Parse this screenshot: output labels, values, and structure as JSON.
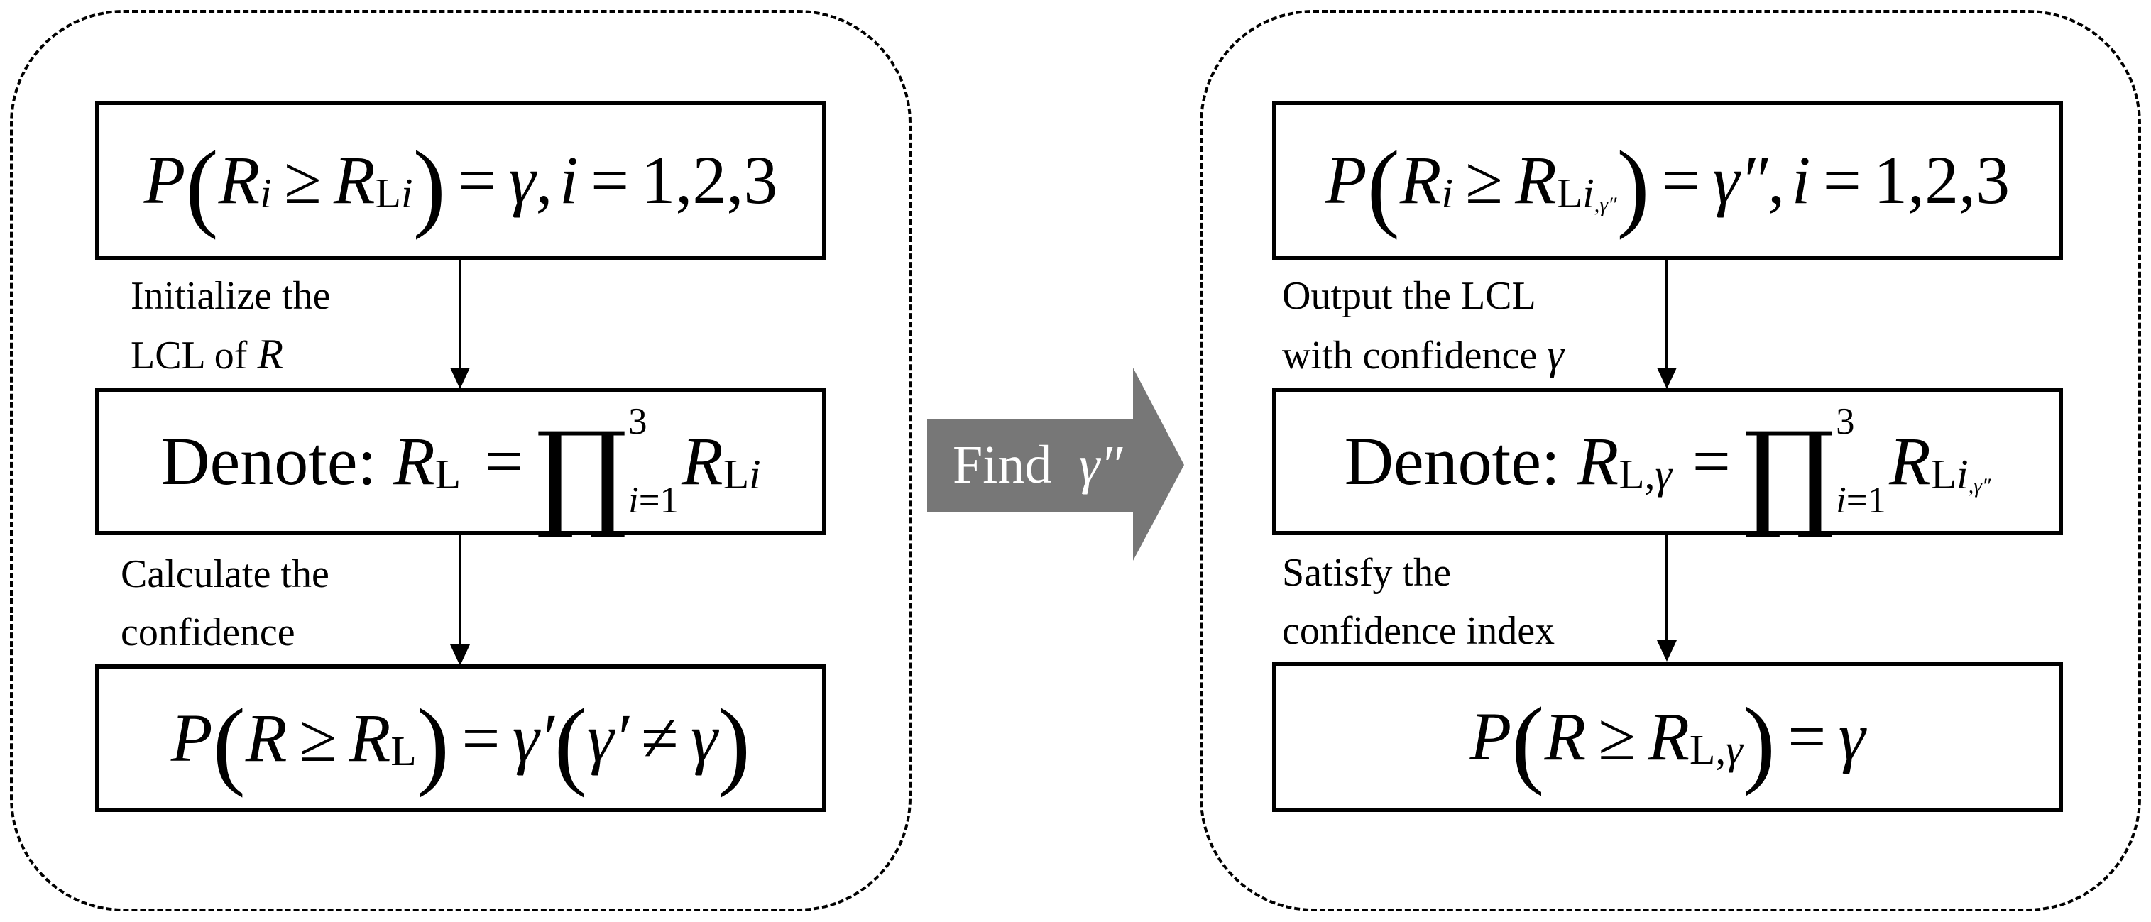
{
  "left_panel": {
    "box1": {
      "P": "P",
      "R": "R",
      "i": "i",
      "ge": "≥",
      "RL": "R",
      "L": "L",
      "Li": "i",
      "eq": "=",
      "gamma": "γ",
      "comma": ",",
      "i2": "i",
      "eq2": "=",
      "vals": "1,2,3"
    },
    "label1": {
      "line1": "Initialize the",
      "line2": "LCL of",
      "R": "R"
    },
    "box2": {
      "denote": "Denote:",
      "R": "R",
      "L": "L",
      "eq": "=",
      "prod": "∏",
      "upper": "3",
      "lower_i": "i",
      "lower_eq": "=1",
      "R2": "R",
      "L2": "L",
      "i": "i"
    },
    "label2": {
      "line1": "Calculate the",
      "line2": "confidence"
    },
    "box3": {
      "P": "P",
      "R": "R",
      "ge": "≥",
      "RL": "R",
      "L": "L",
      "eq": "=",
      "gp": "γ′",
      "gp2": "γ′",
      "ne": "≠",
      "g": "γ"
    }
  },
  "middle_arrow": {
    "find": "Find",
    "gamma": "γ″"
  },
  "right_panel": {
    "box1": {
      "P": "P",
      "R": "R",
      "i": "i",
      "ge": "≥",
      "RL": "R",
      "L": "L",
      "Li": "i",
      "gsub": ",γ″",
      "eq": "=",
      "gamma": "γ″",
      "comma": ",",
      "i2": "i",
      "eq2": "=",
      "vals": "1,2,3"
    },
    "label1": {
      "line1": "Output the LCL",
      "line2": "with confidence",
      "gamma": "γ"
    },
    "box2": {
      "denote": "Denote:",
      "R": "R",
      "Lsub": "L,",
      "gsub": "γ",
      "eq": "=",
      "prod": "∏",
      "upper": "3",
      "lower_i": "i",
      "lower_eq": "=1",
      "R2": "R",
      "L2": "L",
      "i": "i",
      "gsub2": ",γ″"
    },
    "label2": {
      "line1": "Satisfy the",
      "line2": "confidence index"
    },
    "box3": {
      "P": "P",
      "R": "R",
      "ge": "≥",
      "RL": "R",
      "Lsub": "L,",
      "gsub": "γ",
      "eq": "=",
      "g": "γ"
    }
  }
}
